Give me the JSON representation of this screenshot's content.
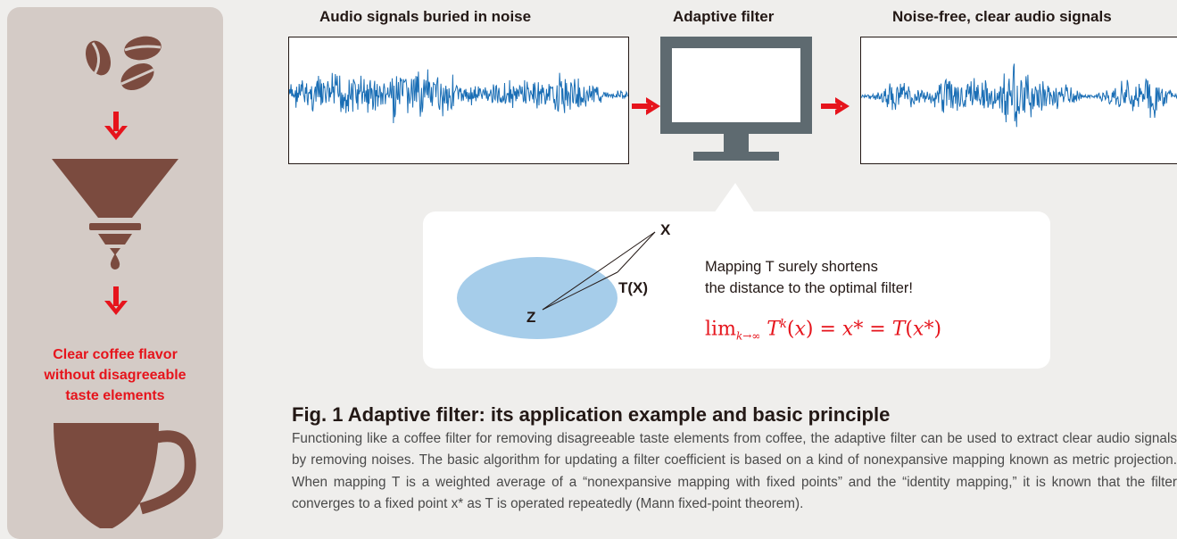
{
  "side_panel": {
    "caption_lines": [
      "Clear coffee flavor",
      "without disagreeable",
      "taste elements"
    ],
    "icons": [
      "coffee-beans-icon",
      "down-arrow-icon",
      "coffee-dripper-icon",
      "drip-icon",
      "down-arrow-icon",
      "coffee-cup-icon"
    ]
  },
  "headers": {
    "noisy": "Audio signals buried in noise",
    "filter": "Adaptive filter",
    "clean": "Noise-free, clear audio signals"
  },
  "diagram": {
    "point_x": "X",
    "point_tx": "T(X)",
    "point_z": "Z",
    "text_line1": "Mapping T surely shortens",
    "text_line2": "the distance to the optimal filter!",
    "formula": "lim_{k→∞} T^k(x) = x* = T(x*)"
  },
  "figure": {
    "title": "Fig. 1  Adaptive filter: its application example and basic principle",
    "body": "Functioning like a coffee filter for removing disagreeable taste elements from coffee, the adaptive filter can be used to extract clear audio signals by removing noises. The basic algorithm for updating a filter coefficient is based on a kind of nonexpansive mapping known as metric projection. When mapping T is a weighted average of a “nonexpansive mapping with fixed points” and the “identity mapping,” it is known that the filter converges to a fixed point x* as T is operated repeatedly (Mann fixed-point theorem)."
  },
  "colors": {
    "brown": "#7b4b3f",
    "red": "#e6141c",
    "wave_blue": "#1a6eb5",
    "monitor_gray": "#5e6a70",
    "ellipse_blue": "#a6cdea",
    "panel_bg": "#d4cbc6"
  }
}
